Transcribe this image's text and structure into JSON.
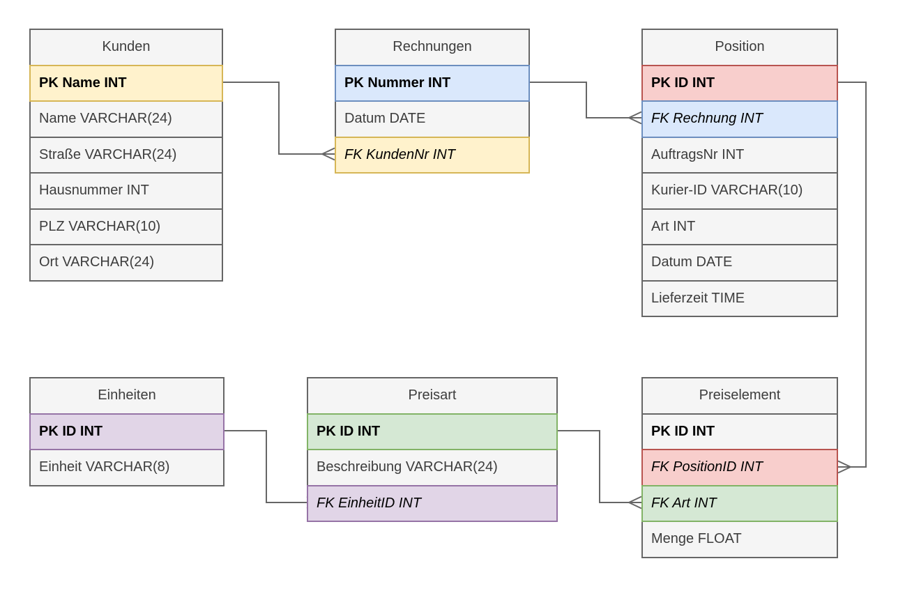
{
  "palette": {
    "canvas_bg": "#ffffff",
    "row_plain_fill": "#f5f5f5",
    "row_border": "#666666",
    "connector": "#666666",
    "yellow_fill": "#fff2cc",
    "yellow_border": "#d6b656",
    "blue_fill": "#dae8fc",
    "blue_border": "#6c8ebf",
    "red_fill": "#f8cecc",
    "red_border": "#b85450",
    "green_fill": "#d5e8d4",
    "green_border": "#82b366",
    "purple_fill": "#e1d5e7",
    "purple_border": "#9673a6"
  },
  "tables": [
    {
      "name": "Kunden",
      "rows": [
        {
          "text": "PK Name INT",
          "key": "PK",
          "color": "yellow"
        },
        {
          "text": "Name VARCHAR(24)"
        },
        {
          "text": "Straße VARCHAR(24)"
        },
        {
          "text": "Hausnummer INT"
        },
        {
          "text": "PLZ VARCHAR(10)"
        },
        {
          "text": "Ort VARCHAR(24)"
        }
      ]
    },
    {
      "name": "Rechnungen",
      "rows": [
        {
          "text": "PK Nummer INT",
          "key": "PK",
          "color": "blue"
        },
        {
          "text": "Datum DATE"
        },
        {
          "text": "FK KundenNr INT",
          "key": "FK",
          "color": "yellow"
        }
      ]
    },
    {
      "name": "Position",
      "rows": [
        {
          "text": "PK ID INT",
          "key": "PK",
          "color": "red"
        },
        {
          "text": "FK Rechnung INT",
          "key": "FK",
          "color": "blue"
        },
        {
          "text": "AuftragsNr INT"
        },
        {
          "text": "Kurier-ID VARCHAR(10)"
        },
        {
          "text": "Art INT"
        },
        {
          "text": "Datum DATE"
        },
        {
          "text": "Lieferzeit TIME"
        }
      ]
    },
    {
      "name": "Einheiten",
      "rows": [
        {
          "text": "PK ID INT",
          "key": "PK",
          "color": "purple"
        },
        {
          "text": "Einheit VARCHAR(8)"
        }
      ]
    },
    {
      "name": "Preisart",
      "rows": [
        {
          "text": "PK ID INT",
          "key": "PK",
          "color": "green"
        },
        {
          "text": "Beschreibung VARCHAR(24)"
        },
        {
          "text": "FK EinheitID INT",
          "key": "FK",
          "color": "purple"
        }
      ]
    },
    {
      "name": "Preiselement",
      "rows": [
        {
          "text": "PK ID INT",
          "key": "PK"
        },
        {
          "text": "FK PositionID INT",
          "key": "FK",
          "color": "red"
        },
        {
          "text": "FK Art INT",
          "key": "FK",
          "color": "green"
        },
        {
          "text": "Menge FLOAT"
        }
      ]
    }
  ],
  "relationships": [
    {
      "from": "Kunden.PK Name INT",
      "to": "Rechnungen.FK KundenNr INT",
      "marker": "crow-foot-many-at-fk"
    },
    {
      "from": "Rechnungen.PK Nummer INT",
      "to": "Position.FK Rechnung INT",
      "marker": "crow-foot-many-at-fk"
    },
    {
      "from": "Position.PK ID INT",
      "to": "Preiselement.FK PositionID INT",
      "marker": "crow-foot-many-at-fk"
    },
    {
      "from": "Einheiten.PK ID INT",
      "to": "Preisart.FK EinheitID INT",
      "marker": "crow-foot-many-at-fk"
    },
    {
      "from": "Preisart.PK ID INT",
      "to": "Preiselement.FK Art INT",
      "marker": "crow-foot-many-at-fk"
    }
  ]
}
